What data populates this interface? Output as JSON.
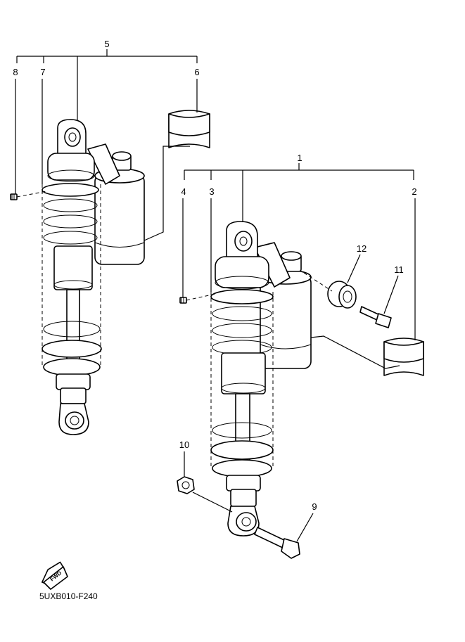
{
  "callouts": {
    "c1": "1",
    "c2": "2",
    "c3": "3",
    "c4": "4",
    "c5": "5",
    "c6": "6",
    "c7": "7",
    "c8": "8",
    "c9": "9",
    "c10": "10",
    "c11": "11",
    "c12": "12"
  },
  "fwd_label": "FWD",
  "diagram_code": "5UXB010-F240"
}
